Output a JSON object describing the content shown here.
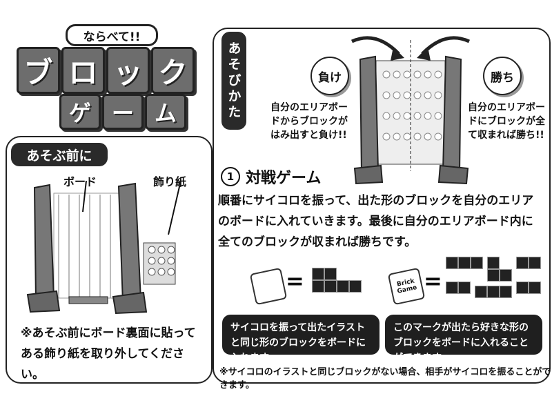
{
  "logo": {
    "top": "ならべて!!",
    "main": [
      "ブ",
      "ロ",
      "ッ",
      "ク"
    ],
    "sub": [
      "ゲ",
      "ー",
      "ム"
    ]
  },
  "left": {
    "tag": "あそぶ前に",
    "board_label": "ボード",
    "decor_label": "飾り紙",
    "note": "※あそぶ前にボード裏面に貼ってある飾り紙を取り外してください。"
  },
  "right": {
    "tag": "あそびかた",
    "lose_badge": "負け",
    "win_badge": "勝ち",
    "lose_text": "自分のエリアボードからブロックがはみ出すと負け!!",
    "win_text": "自分のエリアボードにブロックが全て収まれば勝ち!!",
    "section_num": "1",
    "section_title": "対戦ゲーム",
    "rules": "順番にサイコロを振って、出た形のブロックを自分のエリアのボードに入れていきます。最後に自分のエリアボード内に全てのブロックが収まれば勝ちです。",
    "equals": "=",
    "die_text": "Brick Game",
    "box1": "サイコロを振って出たイラストと同じ形のブロックをボードに入れます。",
    "box2": "このマークが出たら好きな形のブロックをボードに入れることができます。",
    "footnote": "※サイコロのイラストと同じブロックがない場合、相手がサイコロを振ることができます。"
  }
}
